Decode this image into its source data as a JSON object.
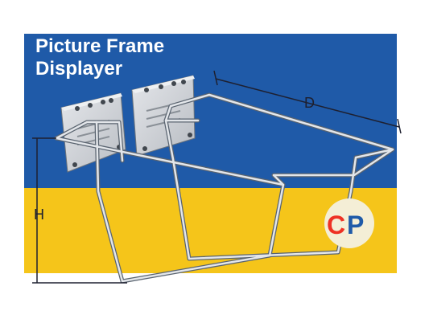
{
  "title": {
    "line1": "Picture Frame",
    "line2": "Displayer"
  },
  "dimensions": {
    "depth_label": "D",
    "height_label": "H"
  },
  "logo": {
    "text": "CP",
    "icon": "cp-brand-logo"
  },
  "colors": {
    "blue_band": "#1f5aa8",
    "yellow_band": "#f5c51a",
    "wire": "#d5d8dc",
    "wire_outline": "#5a6470"
  }
}
